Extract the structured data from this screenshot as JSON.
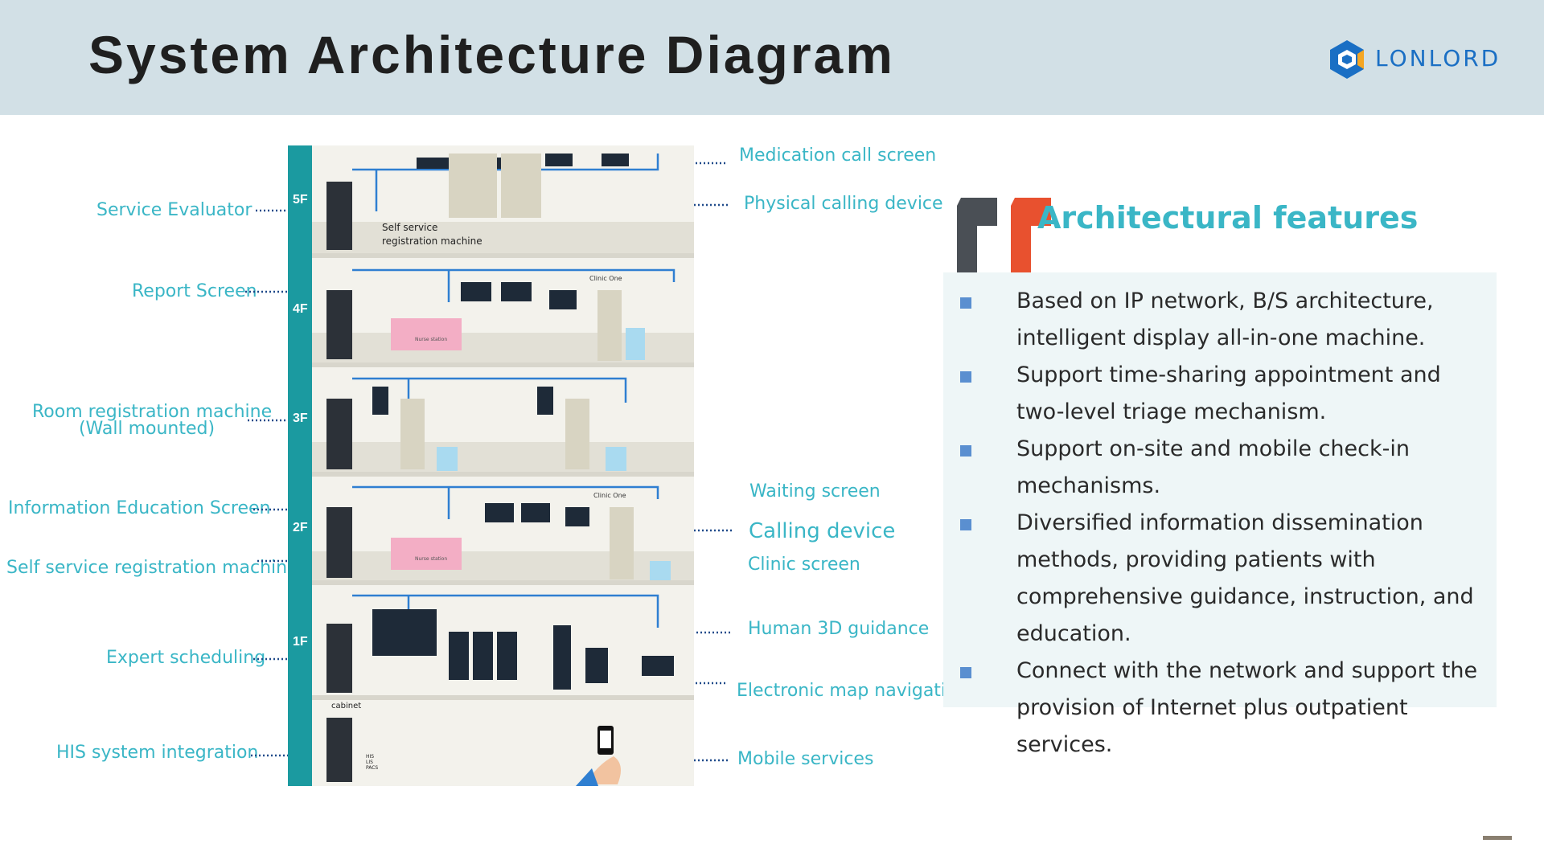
{
  "header": {
    "title": "System Architecture Diagram",
    "logo_text": "LONLORD"
  },
  "callouts_left": {
    "service_evaluator": "Service Evaluator",
    "report_screen": "Report Screen",
    "room_registration_line1": "Room registration machine",
    "room_registration_line2": "(Wall mounted)",
    "info_education_screen": "Information Education Screen",
    "self_service_registration": "Self service registration machine",
    "expert_scheduling": "Expert scheduling",
    "his_integration": "HIS system integration"
  },
  "callouts_right": {
    "medication_call_screen": "Medication call screen",
    "physical_calling_device": "Physical calling device",
    "waiting_screen": "Waiting screen",
    "calling_device": "Calling device",
    "clinic_screen": "Clinic screen",
    "human_3d_guidance": "Human 3D guidance",
    "electronic_map_navigation": "Electronic map navigation",
    "mobile_services": "Mobile services"
  },
  "diagram": {
    "floors": [
      "5F",
      "4F",
      "3F",
      "2F",
      "1F"
    ],
    "cabinet_label": "cabinet",
    "self_service_label_1": "Self service",
    "self_service_label_2": "registration machine",
    "clinic_one": "Clinic One",
    "nurse_station": "Nurse station",
    "his_labels": [
      "HIS",
      "LIS",
      "PACS"
    ]
  },
  "features": {
    "title": "Architectural features",
    "items": [
      "Based on IP network, B/S architecture, intelligent display all-in-one machine.",
      "Support time-sharing appointment and two-level triage mechanism.",
      "Support on-site and mobile check-in mechanisms.",
      "Diversified information dissemination methods, providing patients with comprehensive guidance, instruction, and education.",
      "Connect with the network and support the provision of Internet plus outpatient services."
    ]
  },
  "colors": {
    "accent": "#3ab6c6",
    "header_bg": "#d2e0e6",
    "teal_bar": "#1b9aa0",
    "quote_dark": "#4a4f55",
    "quote_red": "#e8512f",
    "bullet": "#5a8fd0"
  }
}
